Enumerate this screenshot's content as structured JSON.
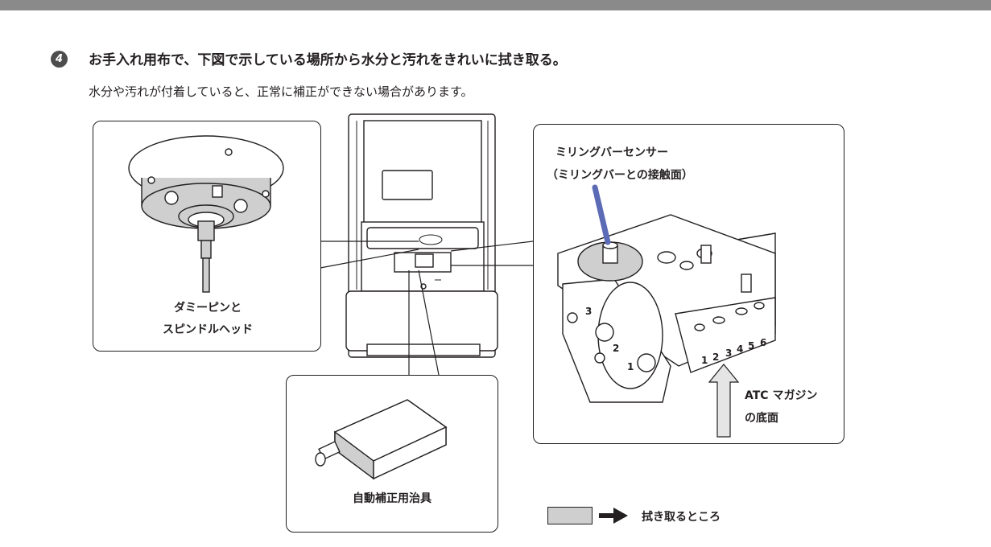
{
  "step": {
    "number": "4",
    "instruction": "お手入れ用布で、下図で示している場所から水分と汚れをきれいに拭き取る。",
    "note": "水分や汚れが付着していると、正常に補正ができない場合があります。"
  },
  "callouts": {
    "spindle": {
      "line1": "ダミーピンと",
      "line2": "スピンドルヘッド"
    },
    "sensor": {
      "line1": "ミリングバーセンサー",
      "line2": "（ミリングバーとの接触面）"
    },
    "magazine": {
      "line1": "ATC マガジン",
      "line2": "の底面"
    },
    "jig": {
      "label": "自動補正用治具"
    },
    "magazine_slots": [
      "1",
      "2",
      "3",
      "4",
      "5",
      "6"
    ],
    "rotor_numbers": [
      "1",
      "2",
      "3"
    ]
  },
  "legend": {
    "label": "拭き取るところ",
    "swatch_color": "#cfcfcf"
  },
  "colors": {
    "highlight": "#cfcfcf",
    "indicator": "#5b6bb5",
    "topbar": "#8a8a8a"
  }
}
